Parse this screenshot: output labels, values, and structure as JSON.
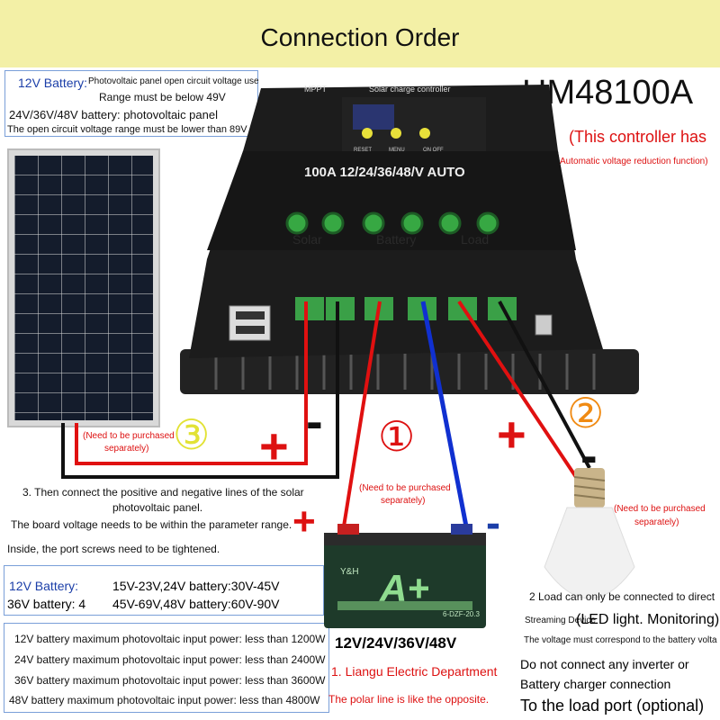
{
  "title": "Connection Order",
  "model": "HM48100A",
  "function_note": "(This controller has",
  "function_sub": "Automatic voltage reduction function)",
  "pv_notes": {
    "line1_label": "12V Battery:",
    "line1_text": "Photovoltaic panel open circuit voltage use",
    "line2": "Range must be below 49V",
    "line3": "24V/36V/48V battery: photovoltaic panel",
    "line4": "The open circuit voltage range must be lower than 89V"
  },
  "controller": {
    "brand": "MPPT",
    "name": "Solar charge controller",
    "rating": "100A 12/24/36/48/V AUTO",
    "buttons": [
      "RESET",
      "MENU",
      "ON OFF"
    ],
    "terminal_labels": [
      "Solar",
      "Battery",
      "Load"
    ]
  },
  "steps": {
    "step1": "①",
    "step2": "②",
    "step3": "③"
  },
  "purchase_note": "(Need to be purchased",
  "purchase_note2": "separately)",
  "step3_text": {
    "line1": "3. Then connect the positive and negative lines of the solar",
    "line2": "photovoltaic panel.",
    "line3": "The board voltage needs to be within the parameter range.",
    "line4": "Inside, the port screws need to be tightened."
  },
  "voltage_ranges": {
    "row1_label": "12V Battery:",
    "row1_text": "15V-23V,24V battery:30V-45V",
    "row2_label": "36V battery: 4",
    "row2_text": "45V-69V,48V battery:60V-90V"
  },
  "power_limits": [
    "12V battery maximum photovoltaic input power: less than 1200W",
    "24V battery maximum photovoltaic input power: less than 2400W",
    "36V battery maximum photovoltaic input power: less than 3600W",
    "48V battery maximum photovoltaic input power: less than 4800W"
  ],
  "battery": {
    "brand": "Y&H",
    "badge": "A+",
    "model": "6-DZF-20.3",
    "voltages": "12V/24V/36V/48V"
  },
  "step1_text": {
    "line1": "1. Liangu Electric Department",
    "line2": "The polar line is like the opposite."
  },
  "load_text": {
    "line1": "2 Load can only be connected to direct",
    "line2": "(LED light. Monitoring)",
    "line2_prefix": "Streaming Device",
    "line3": "The voltage must correspond to the battery volta",
    "line4": "Do not connect any inverter or",
    "line5": "Battery charger connection",
    "line6": "To the load port (optional)"
  },
  "signs": {
    "plus": "+",
    "minus": "-"
  },
  "colors": {
    "title_bg": "#f3f0a6",
    "accent_red": "#dd1111",
    "accent_blue": "#1b3ea8",
    "step_orange": "#f08a12",
    "step_yellow": "#e2e235",
    "wire_red": "#e01010",
    "wire_blue": "#1030d0"
  }
}
